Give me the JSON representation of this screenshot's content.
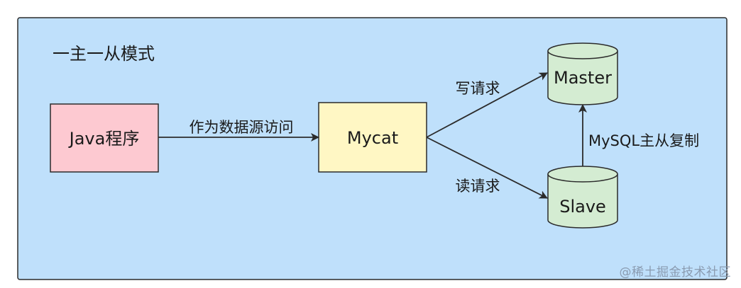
{
  "diagram": {
    "title": "一主一从模式",
    "nodes": {
      "java": "Java程序",
      "mycat": "Mycat",
      "master": "Master",
      "slave": "Slave"
    },
    "edges": {
      "java_to_mycat": "作为数据源访问",
      "write": "写请求",
      "read": "读请求",
      "replication": "MySQL主从复制"
    }
  },
  "colors": {
    "panel_fill": "#bfe0fb",
    "panel_stroke": "#2b2b2b",
    "java_fill": "#fdc9d1",
    "mycat_fill": "#fff7c4",
    "db_fill": "#d4ecd2",
    "line": "#2b2b2b"
  },
  "watermark": "@稀土掘金技术社区"
}
